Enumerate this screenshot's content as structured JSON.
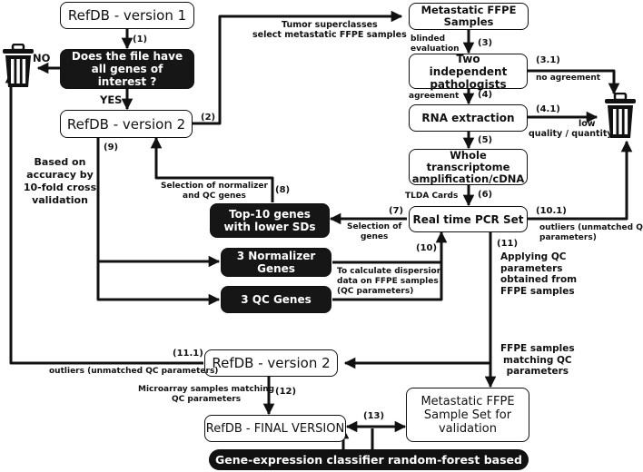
{
  "boxes": {
    "refdb_v1": "RefDB - version 1",
    "question": "Does the file have all genes of interest ?",
    "refdb_v2": "RefDB - version 2",
    "met_ffpe_samples": "Metastatic FFPE Samples",
    "two_pathologists": "Two independent pathologists",
    "rna_extraction": "RNA extraction",
    "wta": "Whole transcriptome amplification/cDNA",
    "rt_pcr": "Real time PCR Set",
    "top10": "Top-10 genes with lower SDs",
    "normalizer": "3 Normalizer Genes",
    "qc_genes": "3 QC Genes",
    "refdb_v2b": "RefDB - version 2",
    "refdb_final": "RefDB - FINAL VERSION",
    "met_ffpe_set": "Metastatic FFPE Sample Set for validation",
    "classifier": "Gene-expression classifier random-forest based"
  },
  "answers": {
    "no": "NO",
    "yes": "YES"
  },
  "steps": {
    "s1": "(1)",
    "s2": "(2)",
    "s3": "(3)",
    "s31": "(3.1)",
    "s4": "(4)",
    "s41": "(4.1)",
    "s5": "(5)",
    "s6": "(6)",
    "s7": "(7)",
    "s8": "(8)",
    "s9": "(9)",
    "s10": "(10)",
    "s101": "(10.1)",
    "s11": "(11)",
    "s111": "(11.1)",
    "s12": "(12)",
    "s13": "(13)"
  },
  "labels": {
    "tumor_superclasses": [
      "Tumor superclasses",
      "select metastatic FFPE samples"
    ],
    "blinded": [
      "blinded",
      "evaluation"
    ],
    "no_agreement": "no agreement",
    "agreement": "agreement",
    "low_quality": [
      "low",
      "quality / quantity"
    ],
    "based_on_accuracy": [
      "Based on",
      "accuracy by",
      "10-fold cross",
      "validation"
    ],
    "selection_norm_qc": [
      "Selection of normalizer",
      "and QC genes"
    ],
    "tlda_cards": "TLDA Cards",
    "selection_genes": [
      "Selection of",
      "genes"
    ],
    "outliers_101": [
      "outliers (unmatched QC",
      "parameters)"
    ],
    "applying_qc": [
      "Applying QC",
      "parameters",
      "obtained from",
      "FFPE samples"
    ],
    "dispersion": [
      "To calculate dispersion",
      "data on FFPE samples",
      "(QC parameters)"
    ],
    "ffpe_matching": [
      "FFPE samples",
      "matching QC",
      "parameters"
    ],
    "outliers_111": "outliers (unmatched QC parameters)",
    "microarray_matching": [
      "Microarray samples matching",
      "QC parameters"
    ]
  },
  "icons": [
    "trash-can-icon",
    "trash-can-icon"
  ],
  "colors": {
    "ink": "#111111",
    "black_box": "#161616",
    "background": "#ffffff"
  }
}
